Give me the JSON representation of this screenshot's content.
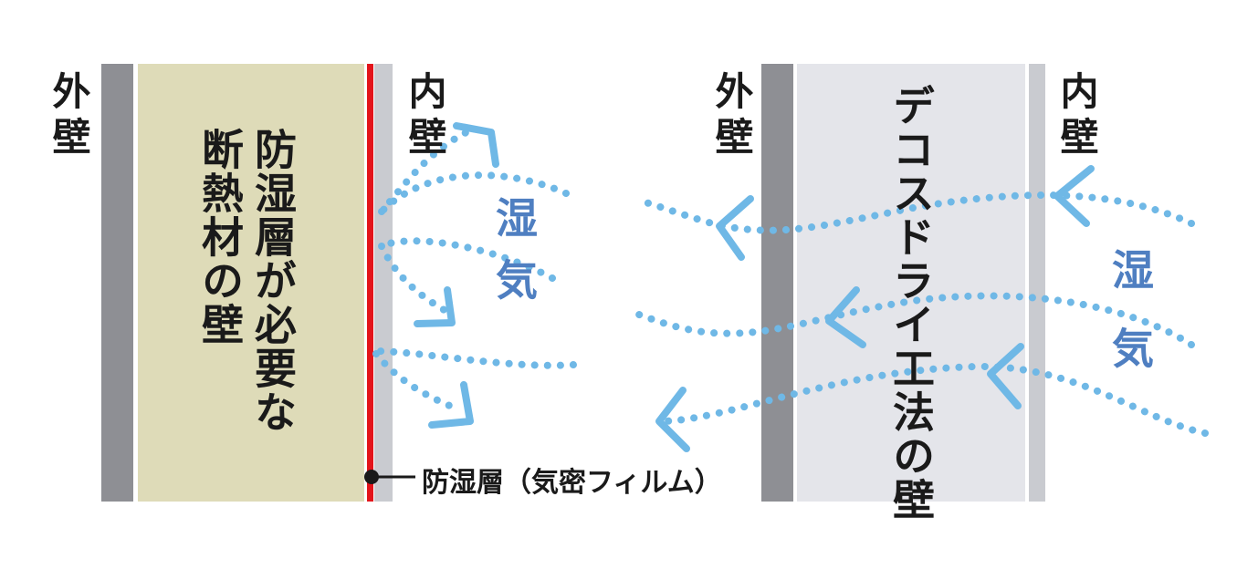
{
  "left_diagram": {
    "outer_wall_label": "外壁",
    "inner_wall_label": "内壁",
    "insulation_label": "断熱材の壁",
    "requirement_label": "防湿層が必要な",
    "moisture_label": "湿気",
    "callout_label": "防湿層（気密フィルム）"
  },
  "right_diagram": {
    "outer_wall_label": "外壁",
    "inner_wall_label": "内壁",
    "center_label": "デコスドライ工法の壁",
    "moisture_label": "湿気"
  },
  "colors": {
    "outer_wall": "#8e8f94",
    "inner_wall": "#c9cbd0",
    "insulation": "#dedbb8",
    "decos_wall": "#e4e5ea",
    "vapor_barrier": "#e3141b",
    "moisture_flow": "#6fb8e6",
    "moisture_text": "#4f7fc1",
    "text": "#1a1a1a"
  },
  "icons": {
    "flow_dot": "dotted-line",
    "flow_arrow": "chevron-arrow",
    "callout_marker": "filled-circle"
  }
}
